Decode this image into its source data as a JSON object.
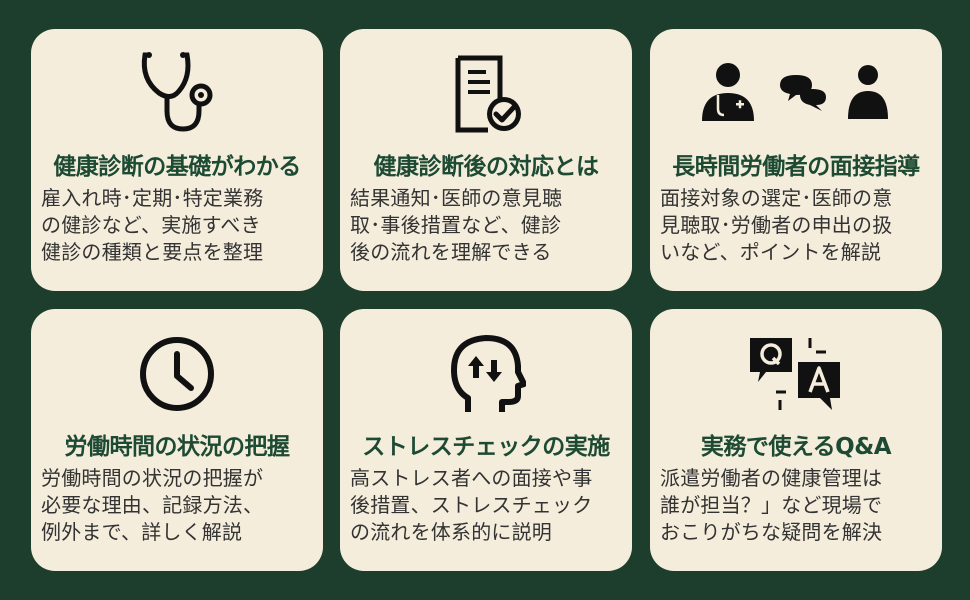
{
  "cards": [
    {
      "icon": "stethoscope-icon",
      "title": "健康診断の基礎がわかる",
      "lines": [
        "雇入れ時･定期･特定業務",
        "の健診など、実施すべき",
        "健診の種類と要点を整理"
      ]
    },
    {
      "icon": "checked-document-icon",
      "title": "健康診断後の対応とは",
      "lines": [
        "結果通知･医師の意見聴",
        "取･事後措置など、健診",
        "後の流れを理解できる"
      ]
    },
    {
      "icon": "doctor-consultation-icon",
      "title": "長時間労働者の面接指導",
      "lines": [
        "面接対象の選定･医師の意",
        "見聴取･労働者の申出の扱",
        "いなど、ポイントを解説"
      ]
    },
    {
      "icon": "clock-icon",
      "title": "労働時間の状況の把握",
      "lines": [
        "労働時間の状況の把握が",
        "必要な理由、記録方法、",
        "例外まで、詳しく解説"
      ]
    },
    {
      "icon": "head-stress-icon",
      "title": "ストレスチェックの実施",
      "lines": [
        "高ストレス者への面接や事",
        "後措置、ストレスチェック",
        "の流れを体系的に説明"
      ]
    },
    {
      "icon": "qa-bubbles-icon",
      "title": "実務で使えるQ&A",
      "lines": [
        "派遣労働者の健康管理は",
        "誰が担当？」など現場で",
        "おこりがちな疑問を解決"
      ]
    }
  ]
}
